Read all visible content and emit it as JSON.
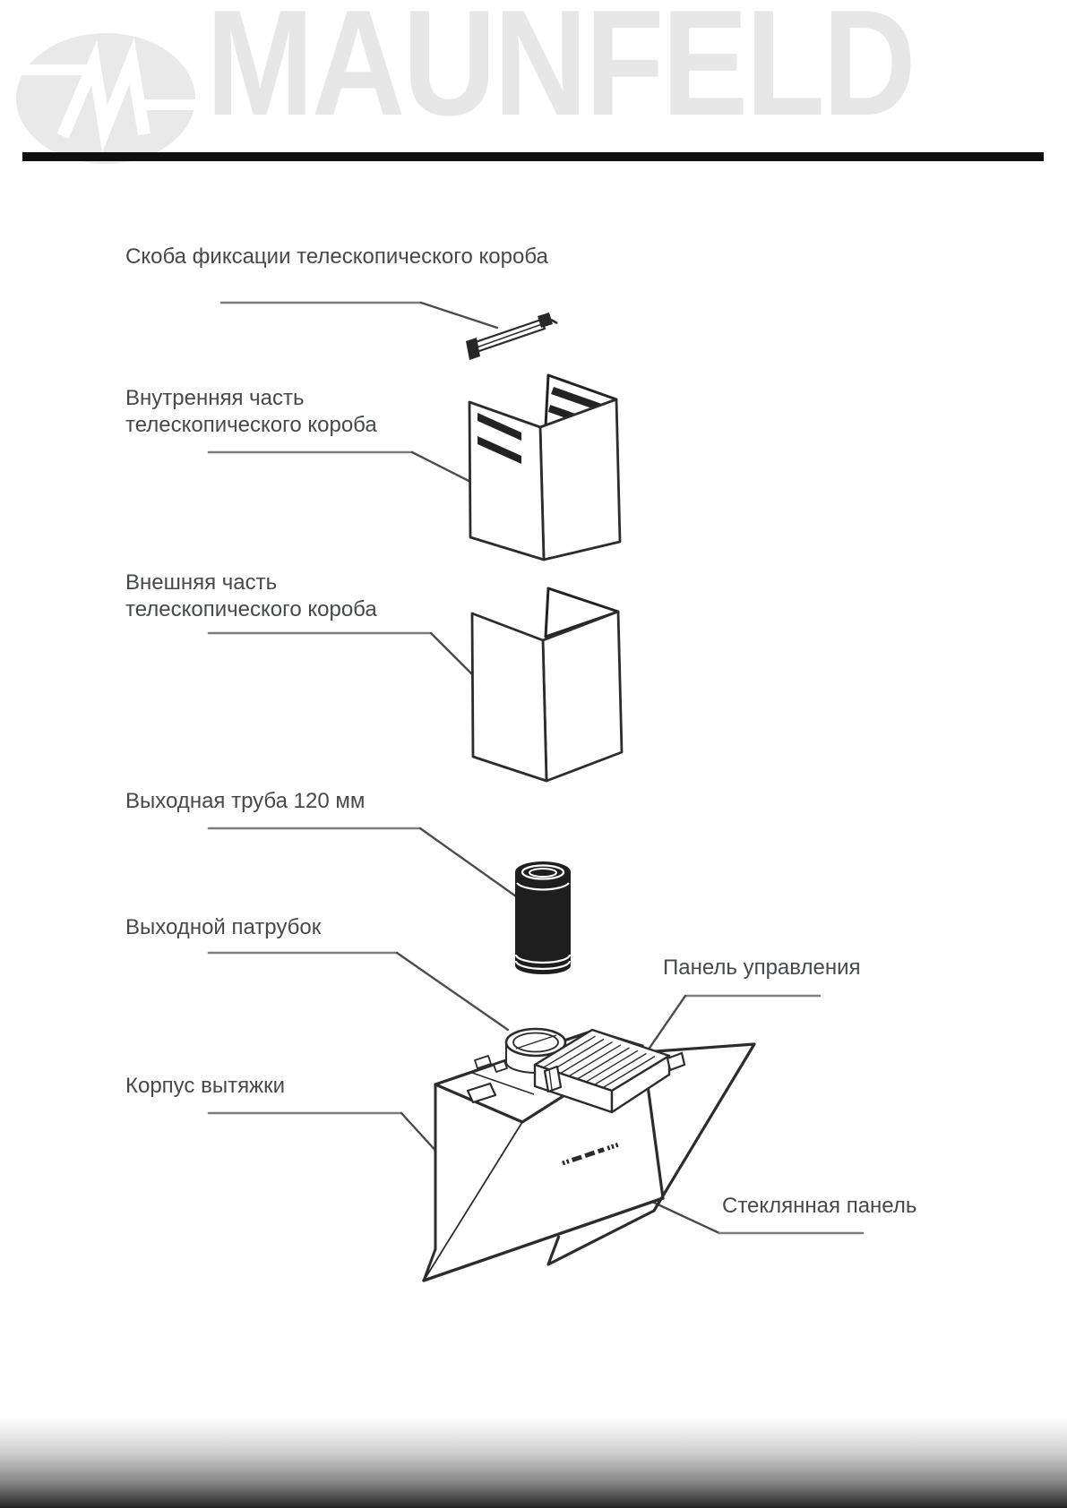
{
  "brand": {
    "name": "MAUNFELD"
  },
  "diagram": {
    "labels": [
      {
        "id": "bracket",
        "lines": [
          "Скоба фиксации телескопического короба"
        ]
      },
      {
        "id": "inner-duct",
        "lines": [
          "Внутренняя часть",
          "телескопического короба"
        ]
      },
      {
        "id": "outer-duct",
        "lines": [
          "Внешняя часть",
          "телескопического короба"
        ]
      },
      {
        "id": "outlet-pipe",
        "lines": [
          "Выходная труба 120 мм"
        ]
      },
      {
        "id": "outlet-spigot",
        "lines": [
          "Выходной патрубок"
        ]
      },
      {
        "id": "hood-body",
        "lines": [
          "Корпус вытяжки"
        ]
      },
      {
        "id": "control-panel",
        "lines": [
          "Панель управления"
        ]
      },
      {
        "id": "glass-panel",
        "lines": [
          "Стеклянная панель"
        ]
      }
    ],
    "parts": [
      "fixing-bracket-of-telescopic-duct",
      "inner-telescopic-duct-section",
      "outer-telescopic-duct-section",
      "outlet-pipe-120mm",
      "outlet-spigot-flange",
      "hood-body",
      "control-panel-buttons",
      "glass-panel"
    ]
  },
  "colors": {
    "label_text": "#46494c",
    "line_art": "#2c2c2c",
    "leader_gray": "#7d7d7d",
    "brand_gray": "#e7e7e7",
    "rule_black": "#0f0f0f",
    "pipe_fill": "#1e1e1e"
  }
}
